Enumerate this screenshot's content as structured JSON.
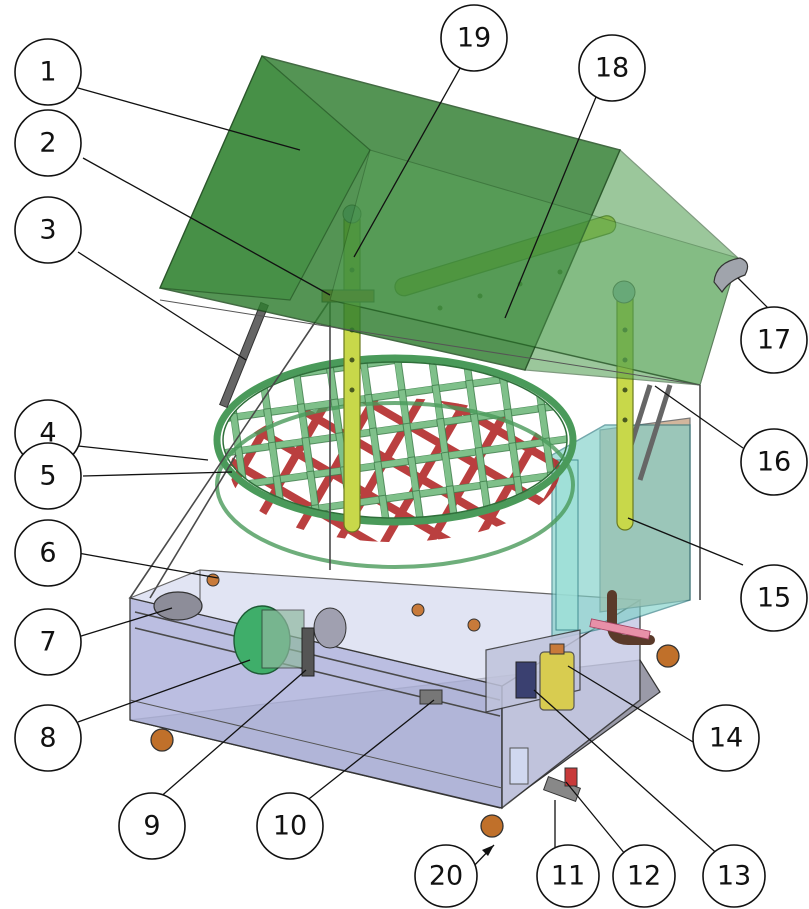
{
  "callouts": [
    {
      "label": "1"
    },
    {
      "label": "2"
    },
    {
      "label": "3"
    },
    {
      "label": "4"
    },
    {
      "label": "5"
    },
    {
      "label": "6"
    },
    {
      "label": "7"
    },
    {
      "label": "8"
    },
    {
      "label": "9"
    },
    {
      "label": "10"
    },
    {
      "label": "11"
    },
    {
      "label": "12"
    },
    {
      "label": "13"
    },
    {
      "label": "14"
    },
    {
      "label": "15"
    },
    {
      "label": "16"
    },
    {
      "label": "17"
    },
    {
      "label": "18"
    },
    {
      "label": "19"
    },
    {
      "label": "20"
    }
  ],
  "colors": {
    "lid": "#2f7d2f",
    "lid_dark": "#1f5f1f",
    "pipe": "#c8d84a",
    "grid": "#7fc08a",
    "red_frame": "#b22a2a",
    "tank": "#b8c0e0",
    "cabinet_glass": "#7fd0c8",
    "brown_box": "#c8a585",
    "base": "#8a8a9a"
  }
}
